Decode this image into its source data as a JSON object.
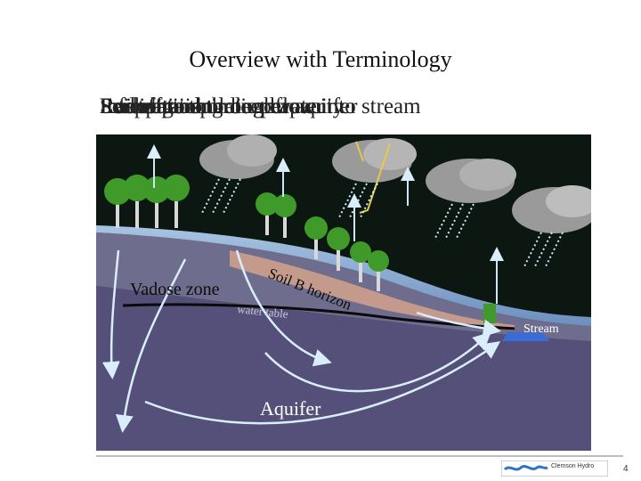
{
  "slide": {
    "title": "Overview with Terminology",
    "overlapping_labels": [
      "Precipitation",
      "Evapotranspiration",
      "Interception",
      "Infiltration",
      "Runoff and throughflow into stream",
      "Percolation to deeper aquifer",
      "Recharge to groundwater",
      "Soil water holding capacity"
    ],
    "page_number": "4"
  },
  "diagram": {
    "labels": {
      "vadose_zone": "Vadose zone",
      "soil_b_horizon": "Soil B horizon",
      "water_table": "water table",
      "stream": "Stream",
      "aquifer": "Aquifer"
    }
  },
  "logo": {
    "text": "Clemson Hydro"
  },
  "colors": {
    "sky": "#0b1710",
    "soil_top": "#8fb0d6",
    "soil_b": "#c49a8c",
    "aquifer": "#54507a",
    "arrow": "#cfe6f5",
    "tree_green": "#3f9a2a"
  }
}
